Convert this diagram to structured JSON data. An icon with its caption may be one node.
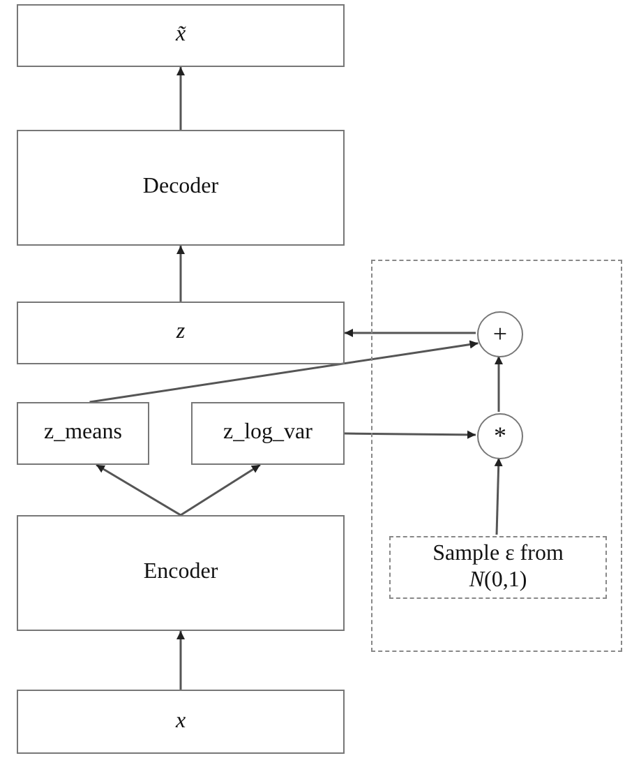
{
  "diagram": {
    "nodes": [
      {
        "text": [
          "x̃"
        ]
      },
      {
        "text": [
          "Decoder"
        ]
      },
      {
        "text": [
          "z"
        ]
      },
      {
        "text": [],
        "shape": "box"
      },
      {
        "text": [
          "+"
        ],
        "in": 3
      },
      {
        "text": [
          "z_means"
        ]
      },
      {
        "text": [
          "z_log_var"
        ]
      },
      {
        "text": [
          "*"
        ],
        "in": 3
      },
      {
        "text": [
          "Encoder"
        ]
      },
      {
        "text": [
          "Sample ε from *N*(0,1)"
        ],
        "in": 3
      },
      {
        "text": [
          "x"
        ]
      }
    ],
    "edges": [
      {
        "from": 1,
        "to": 0,
        "arrow": "to"
      },
      {
        "from": 2,
        "to": 1,
        "arrow": "to"
      },
      {
        "from": 4,
        "to": 2,
        "arrow": "to"
      },
      {
        "from": 5,
        "to": 4,
        "arrow": "to"
      },
      {
        "from": 6,
        "to": 7,
        "arrow": "to"
      },
      {
        "from": 7,
        "to": 4,
        "arrow": "to"
      },
      {
        "from": 9,
        "to": 7,
        "arrow": "to"
      },
      {
        "from": 8,
        "to": 5,
        "arrow": "to"
      },
      {
        "from": 8,
        "to": 6,
        "arrow": "to"
      },
      {
        "from": 10,
        "to": 8,
        "arrow": "to"
      }
    ]
  }
}
